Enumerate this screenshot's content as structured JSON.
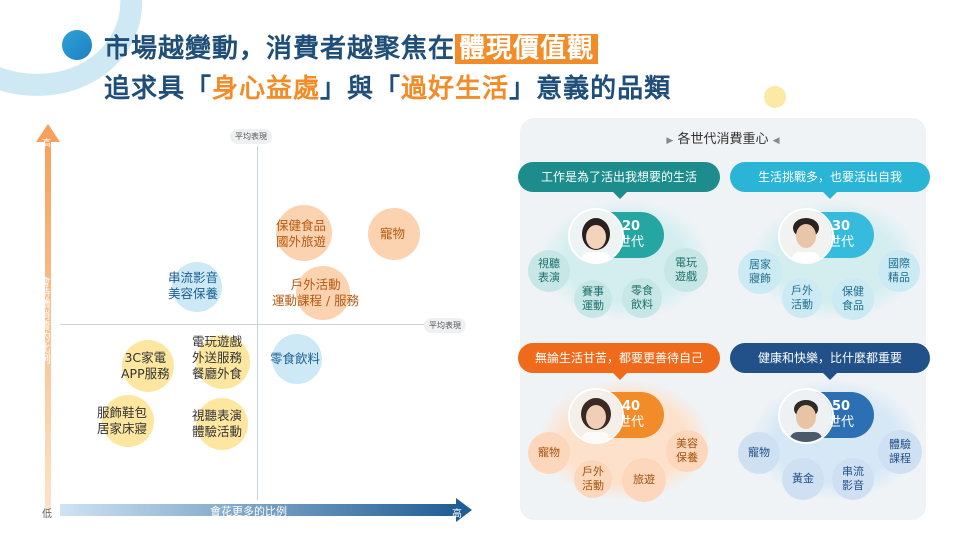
{
  "title": {
    "line1_pre": "市場越變動，消費者越聚焦在",
    "line1_highlight": "體現價值觀",
    "line2_a": "追求具「",
    "line2_h1": "身心益處",
    "line2_b": "」與「",
    "line2_h2": "過好生活",
    "line2_c": "」意義的品類"
  },
  "matrix": {
    "y_high": "高",
    "low": "低",
    "x_high": "高",
    "y_axis_label": "會持續消費的比例",
    "x_axis_label": "會花更多的比例",
    "avg_label_top": "平均表現",
    "avg_label_right": "平均表現",
    "bubbles": {
      "health_travel": "保健食品\n國外旅遊",
      "pets": "寵物",
      "outdoor": "戶外活動\n運動課程 / 服務",
      "streaming_beauty": "串流影音\n美容保養",
      "gaming_delivery": "電玩遊戲\n外送服務\n餐廳外食",
      "snacks": "零食飲料",
      "electronics": "3C家電\nAPP服務",
      "apparel_home": "服飾鞋包\n居家床寢",
      "audiovisual": "視聽表演\n體驗活動"
    }
  },
  "panel": {
    "title": "各世代消費重心",
    "gen20": {
      "heading": "工作是為了活出我想要的生活",
      "age": "20",
      "suffix": "世代",
      "items": [
        "視聽\n表演",
        "賽事\n運動",
        "零食\n飲料",
        "電玩\n遊戲"
      ]
    },
    "gen30": {
      "heading": "生活挑戰多，也要活出自我",
      "age": "30",
      "suffix": "世代",
      "items": [
        "居家\n寢飾",
        "戶外\n活動",
        "保健\n食品",
        "國際\n精品"
      ]
    },
    "gen40": {
      "heading": "無論生活甘苦，都要更善待自己",
      "age": "40",
      "suffix": "世代",
      "items": [
        "寵物",
        "戶外\n活動",
        "旅遊",
        "美容\n保養"
      ]
    },
    "gen50": {
      "heading": "健康和快樂，比什麼都重要",
      "age": "50",
      "suffix": "世代",
      "items": [
        "寵物",
        "黃金",
        "串流\n影音",
        "體驗\n課程"
      ]
    }
  },
  "colors": {
    "navy": "#1f4e79",
    "orange": "#f28c28",
    "teal": "#1c8c8c",
    "cyan": "#2ab4d6",
    "deep_orange": "#ef6a1a",
    "dark_blue": "#22518a"
  }
}
